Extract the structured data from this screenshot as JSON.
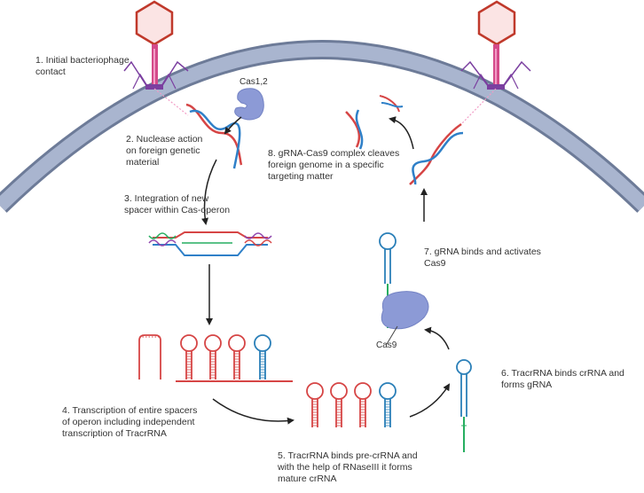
{
  "steps": [
    {
      "id": "step1",
      "text": "1. Initial bacteriophage\ncontact"
    },
    {
      "id": "step2",
      "text": "2. Nuclease action\non foreign genetic\nmaterial"
    },
    {
      "id": "step3",
      "text": "3. Integration of new\nspacer within Cas-operon"
    },
    {
      "id": "step4",
      "text": "4. Transcription of entire spacers\nof operon including independent\ntranscription of TracrRNA"
    },
    {
      "id": "step5",
      "text": "5. TracrRNA binds pre-crRNA and\nwith the help of RNaseIII it forms\nmature crRNA"
    },
    {
      "id": "step6",
      "text": "6. TracrRNA binds crRNA and\nforms gRNA"
    },
    {
      "id": "step7",
      "text": "7. gRNA binds and activates\nCas9"
    },
    {
      "id": "step8",
      "text": "8. gRNA-Cas9 complex cleaves\nforeign genome in a specific\ntargeting matter"
    }
  ],
  "proteins": {
    "cas12": "Cas1,2",
    "cas9": "Cas9"
  },
  "colors": {
    "membrane": "#8f9fbe",
    "membrane_edge": "#6d7b98",
    "phage_head": "#c0392b",
    "phage_fill": "#fbe4e4",
    "phage_tail": "#d44a8a",
    "phage_fibers": "#7b3fa0",
    "dna_red": "#d64545",
    "dna_blue": "#2f80c8",
    "rna_red": "#d64545",
    "rna_blue": "#2a7fb8",
    "rna_green": "#27ae60",
    "protein": "#8c9ad6",
    "arrow": "#222222"
  }
}
